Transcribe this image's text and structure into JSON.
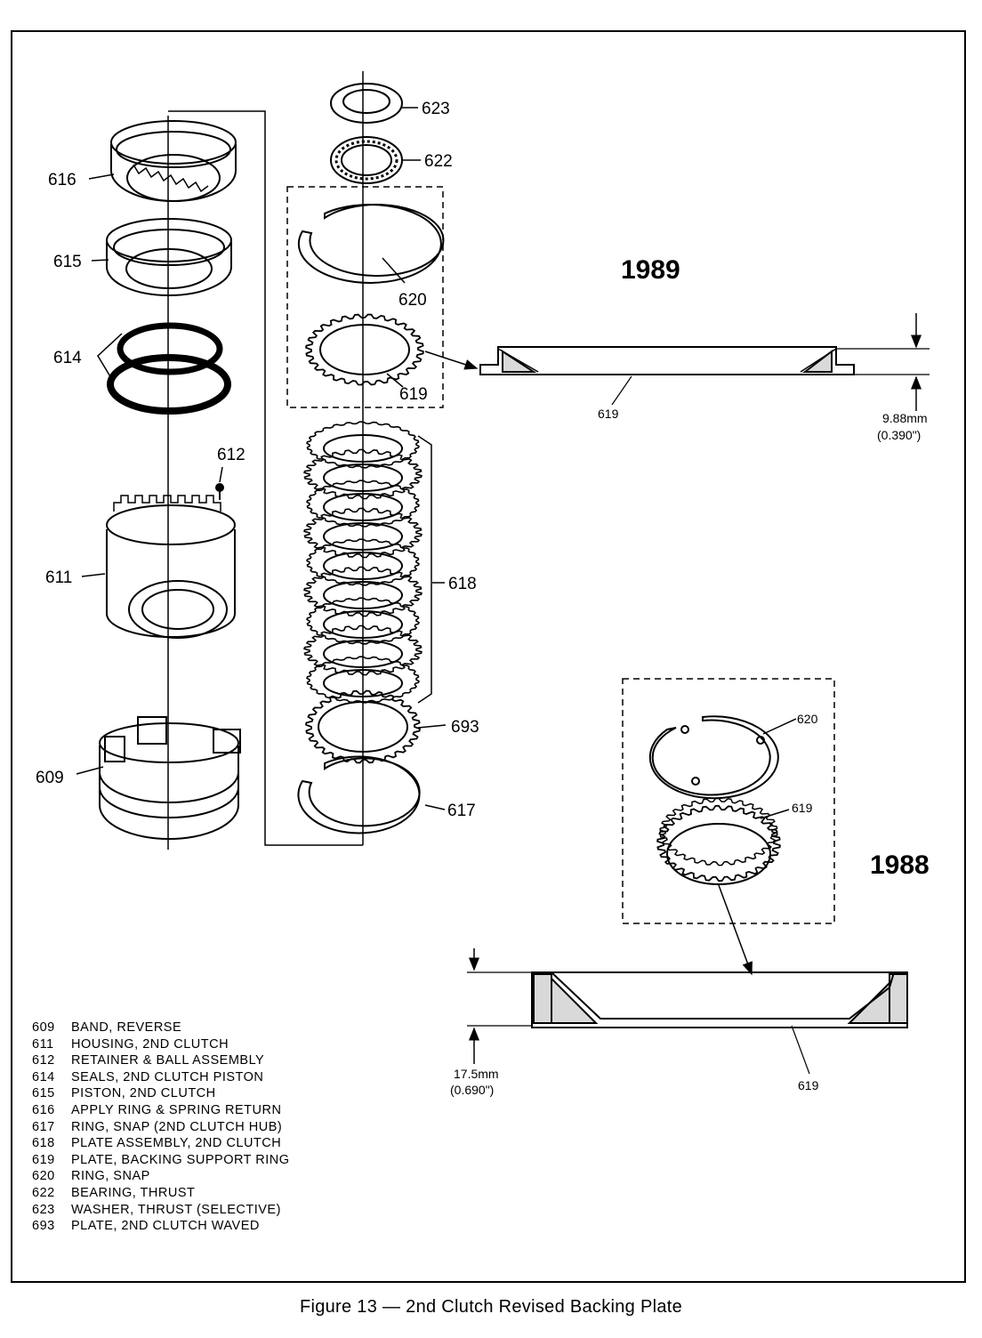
{
  "callouts": {
    "c616": "616",
    "c615": "615",
    "c614": "614",
    "c612": "612",
    "c611": "611",
    "c609": "609",
    "c623": "623",
    "c622": "622",
    "c620a": "620",
    "c619a": "619",
    "c618": "618",
    "c693": "693",
    "c617": "617",
    "c619b": "619",
    "c620b": "620",
    "c619c": "619",
    "c619d": "619"
  },
  "years": {
    "y1989": "1989",
    "y1988": "1988"
  },
  "dims": {
    "d1989_mm": "9.88mm",
    "d1989_in": "(0.390\")",
    "d1988_mm": "17.5mm",
    "d1988_in": "(0.690\")"
  },
  "legend": [
    {
      "num": "609",
      "desc": "BAND, REVERSE"
    },
    {
      "num": "611",
      "desc": "HOUSING, 2ND CLUTCH"
    },
    {
      "num": "612",
      "desc": "RETAINER & BALL ASSEMBLY"
    },
    {
      "num": "614",
      "desc": "SEALS, 2ND CLUTCH PISTON"
    },
    {
      "num": "615",
      "desc": "PISTON, 2ND CLUTCH"
    },
    {
      "num": "616",
      "desc": "APPLY RING & SPRING RETURN"
    },
    {
      "num": "617",
      "desc": "RING, SNAP (2ND CLUTCH HUB)"
    },
    {
      "num": "618",
      "desc": "PLATE ASSEMBLY, 2ND CLUTCH"
    },
    {
      "num": "619",
      "desc": "PLATE, BACKING SUPPORT RING"
    },
    {
      "num": "620",
      "desc": "RING, SNAP"
    },
    {
      "num": "622",
      "desc": "BEARING, THRUST"
    },
    {
      "num": "623",
      "desc": "WASHER, THRUST (SELECTIVE)"
    },
    {
      "num": "693",
      "desc": "PLATE, 2ND CLUTCH WAVED"
    }
  ],
  "caption": "Figure 13 — 2nd Clutch Revised Backing Plate"
}
